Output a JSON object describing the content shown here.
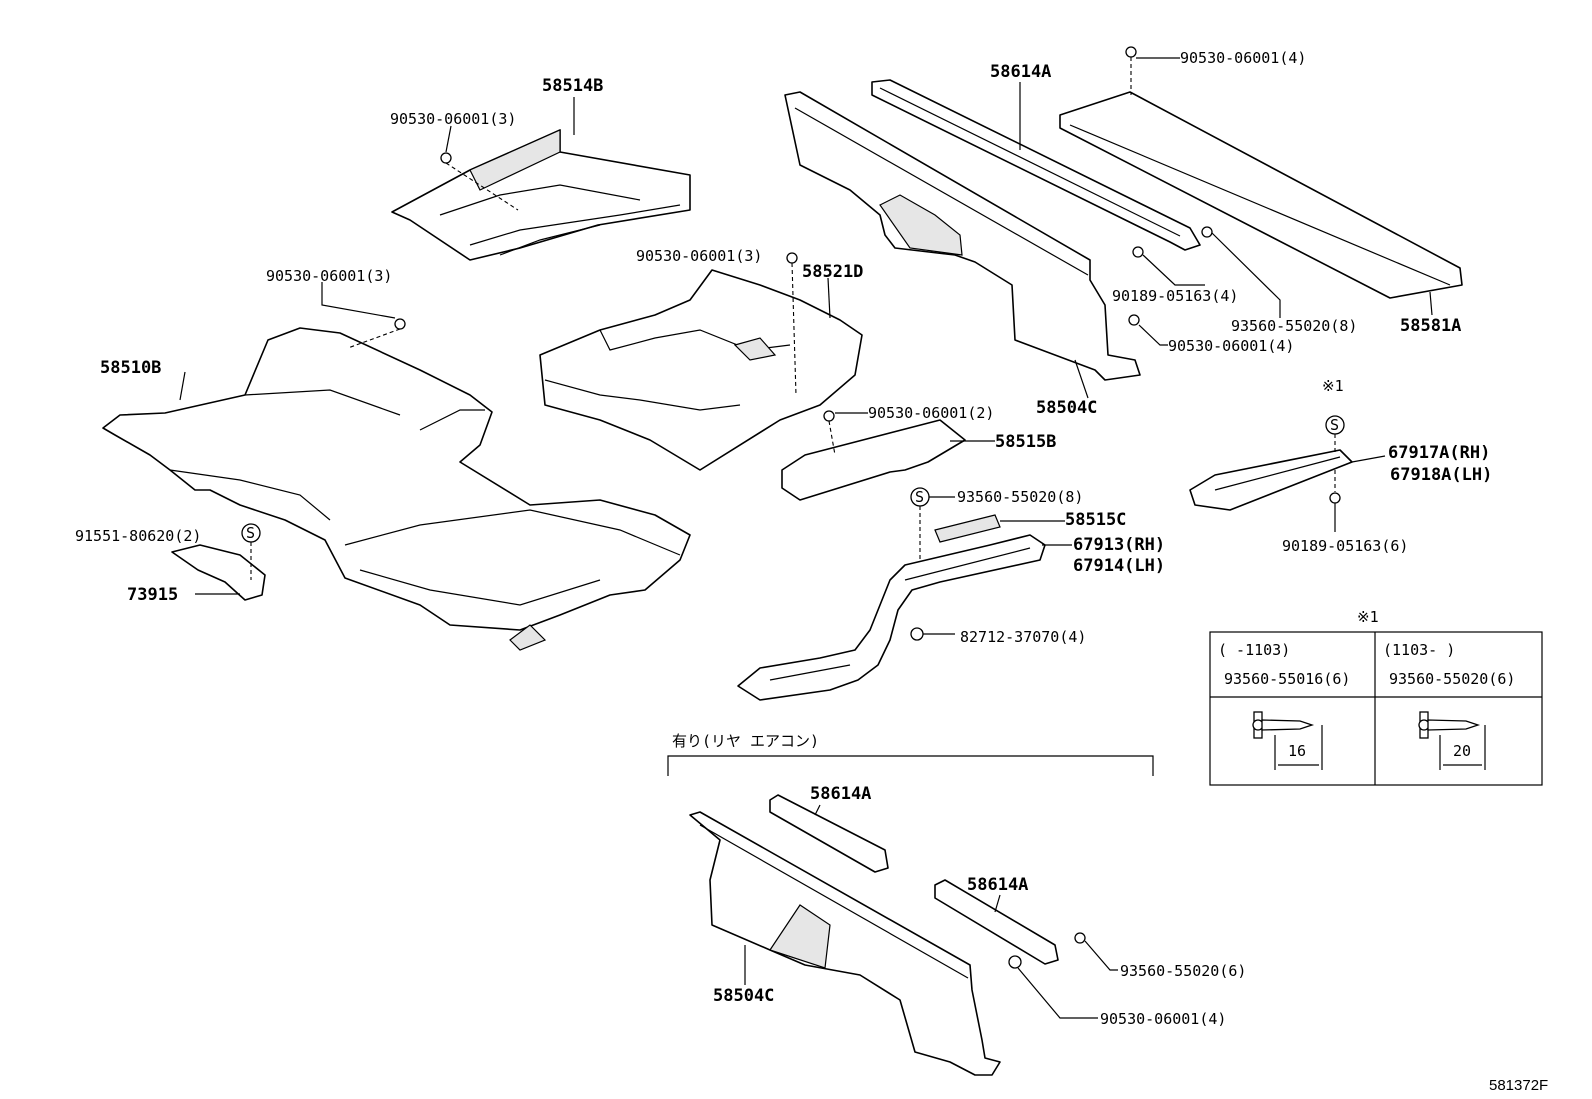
{
  "labels": {
    "p58514B": "58514B",
    "f58514B": "90530-06001(3)",
    "p58614A_top": "58614A",
    "f_top_right": "90530-06001(4)",
    "p58521D": "58521D",
    "f58521D": "90530-06001(3)",
    "f58510B": "90530-06001(3)",
    "p58510B": "58510B",
    "f_90189_a": "90189-05163(4)",
    "f_93560_a": "93560-55020(8)",
    "p58581A": "58581A",
    "f_90530_mid": "90530-06001(4)",
    "p58504C_top": "58504C",
    "f_58515B": "90530-06001(2)",
    "p58515B": "58515B",
    "note_mark_1": "※1",
    "p67917A": "67917A(RH)",
    "p67918A": "67918A(LH)",
    "f_93560_b": "93560-55020(8)",
    "p58515C": "58515C",
    "p67913": "67913(RH)",
    "p67914": "67914(LH)",
    "f_90189_b": "90189-05163(6)",
    "f_91551": "91551-80620(2)",
    "p73915": "73915",
    "note_mark_2": "※1",
    "f_82712": "82712-37070(4)",
    "variant_caption": "有り(リヤ エアコン)",
    "p58614A_b1": "58614A",
    "p58614A_b2": "58614A",
    "p58504C_bottom": "58504C",
    "f_93560_c": "93560-55020(6)",
    "f_90530_bottom": "90530-06001(4)",
    "diagram_id": "581372F"
  },
  "screw_table": {
    "col1_range": "(      -1103)",
    "col2_range": "(1103-      )",
    "col1_part": "93560-55016(6)",
    "col2_part": "93560-55020(6)",
    "col1_length": "16",
    "col2_length": "20"
  },
  "symbols": {
    "s_marker": "S"
  }
}
